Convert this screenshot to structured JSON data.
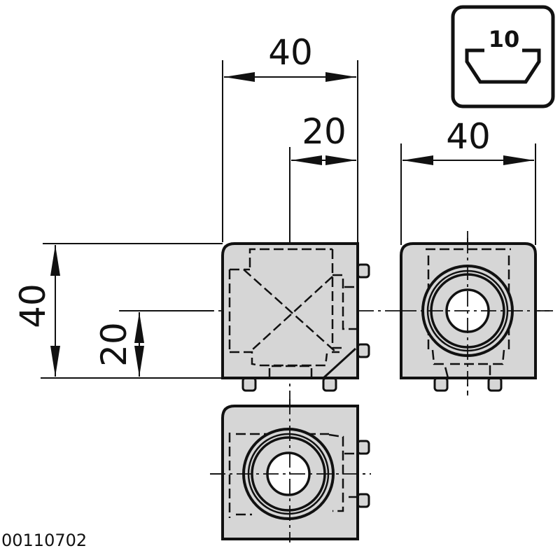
{
  "drawing": {
    "part_number": "00110702",
    "slot_badge": {
      "label": "10",
      "icon": "slot-profile-icon"
    },
    "dimensions": {
      "top_width": "40",
      "top_half_width": "20",
      "right_view_width": "40",
      "left_height": "40",
      "left_half_height": "20"
    },
    "views": [
      {
        "name": "front-view",
        "description": "Front view with hidden lines and center diagonals"
      },
      {
        "name": "side-view",
        "description": "Side view with bore and counterbore"
      },
      {
        "name": "bottom-view",
        "description": "Bottom view with bore and counterbore"
      }
    ],
    "colors": {
      "fill": "#d6d6d6",
      "line": "#111111",
      "background": "#ffffff"
    }
  }
}
